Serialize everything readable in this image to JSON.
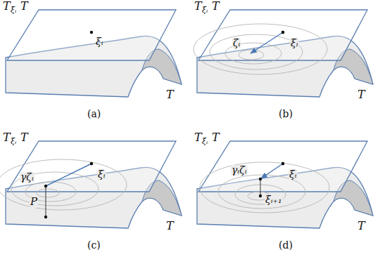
{
  "diagram": {
    "labels": [
      "T",
      "ξᵢ",
      "T",
      "ξᵢ",
      "T",
      "(a)",
      "T",
      "ξᵢ",
      "T",
      "ζᵢ",
      "ξᵢ",
      "T",
      "(b)",
      "T",
      "ξᵢ",
      "T",
      "γζᵢ",
      "ξᵢ",
      "P",
      "T",
      "(c)",
      "T",
      "ξᵢ",
      "T",
      "γᵢζᵢ",
      "ξᵢ",
      "ξᵢ₊₁",
      "T",
      "(d)"
    ]
  }
}
